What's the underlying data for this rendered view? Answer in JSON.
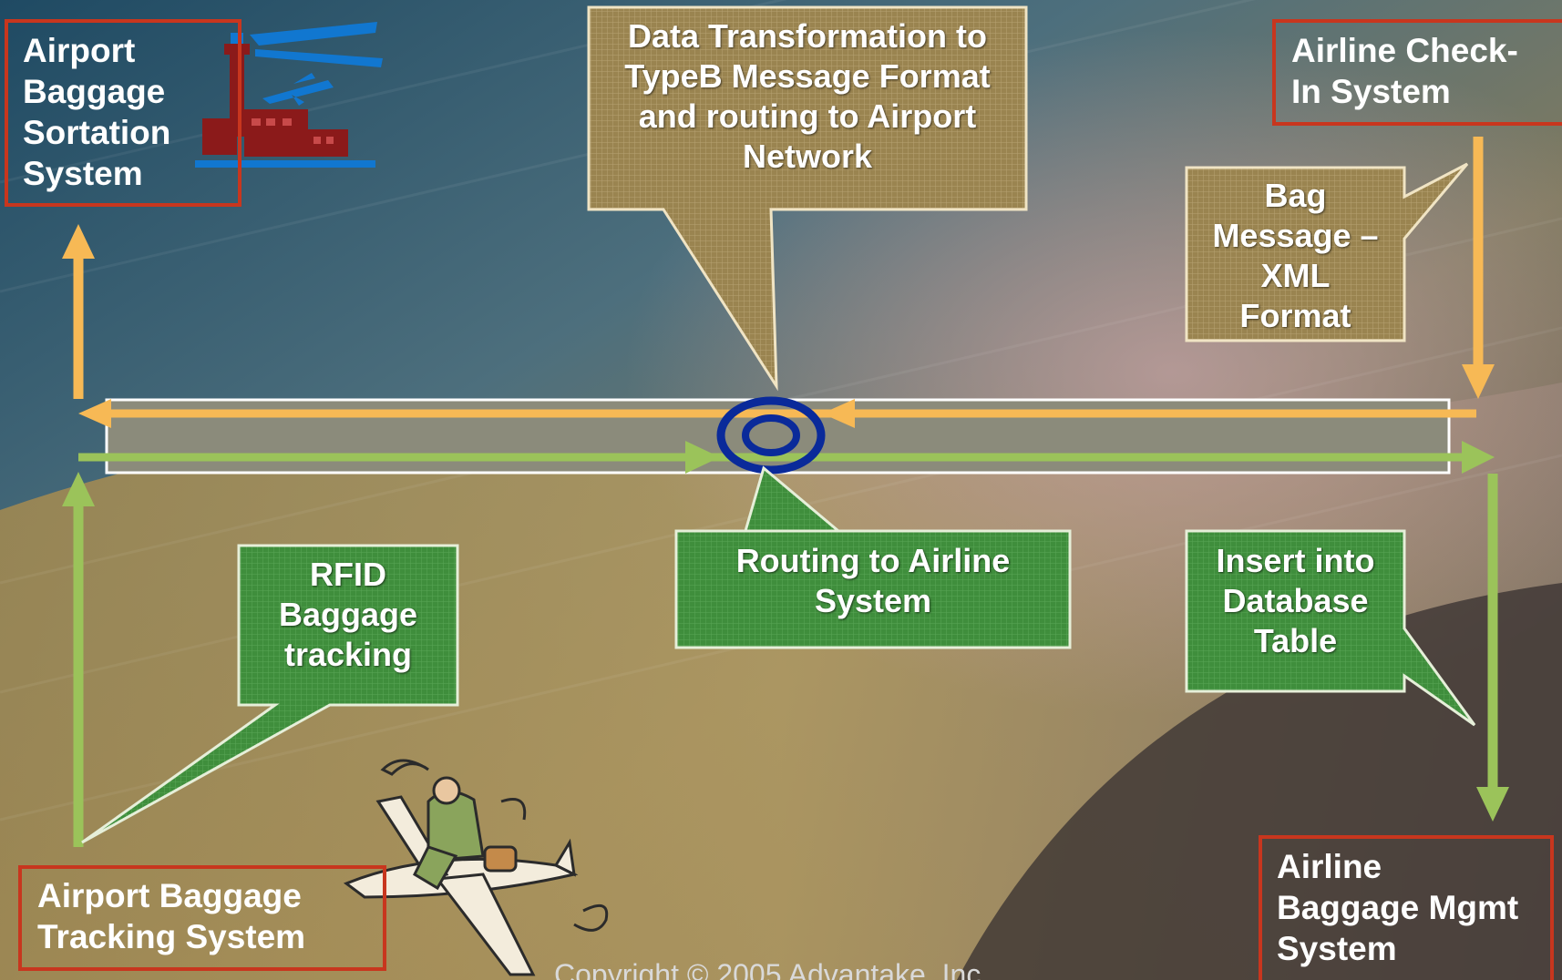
{
  "systems": {
    "sortation": "Airport\nBaggage\nSortation\nSystem",
    "checkin": "Airline Check-\nIn System",
    "tracking": "Airport Baggage\nTracking System",
    "mgmt": "Airline\nBaggage Mgmt\nSystem"
  },
  "callouts": {
    "transformation": "Data Transformation to\nTypeB Message Format\nand routing to Airport\nNetwork",
    "bag_message": "Bag\nMessage –\nXML\nFormat",
    "rfid": "RFID\nBaggage\ntracking",
    "routing": "Routing to Airline\nSystem",
    "insert": "Insert into\nDatabase\nTable"
  },
  "footer": {
    "copyright": "Copyright © 2005 Advantake, Inc."
  },
  "colors": {
    "system_border": "#c8361e",
    "orange_arrow": "#f7b955",
    "green_arrow": "#9bc35a",
    "hub_ring": "#0a2a9a",
    "callout_gold": "#9a8450",
    "callout_green": "#3f8e3c"
  },
  "icons": {
    "airport": "airport-tower-icon",
    "traveler": "traveler-on-plane-clipart"
  }
}
